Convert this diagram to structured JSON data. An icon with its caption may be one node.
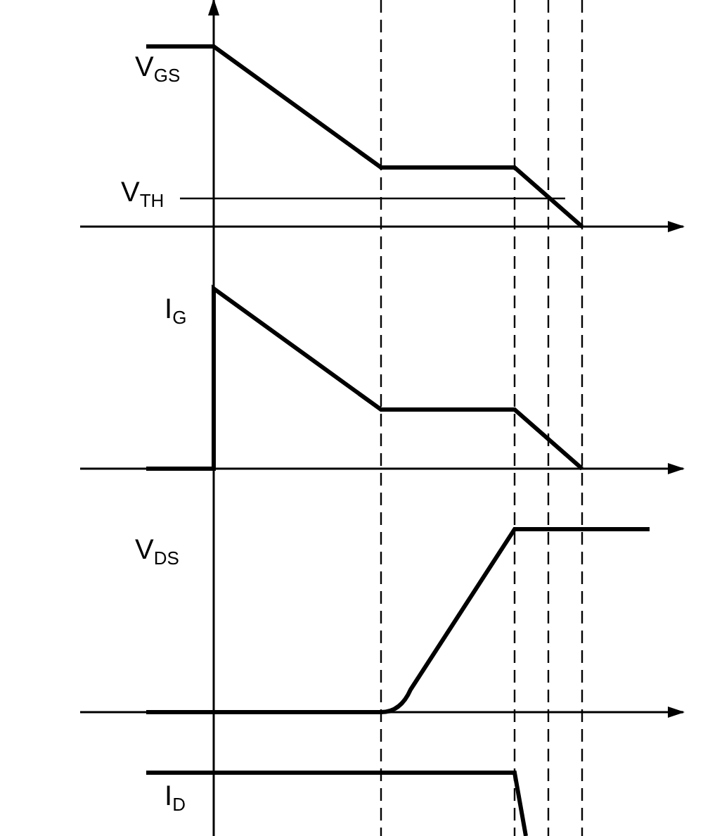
{
  "diagram": {
    "labels": [
      "V$_{GS}$",
      "V$_{TH}$",
      "I$_{G}$",
      "V$_{DS}$",
      "I$_{D}$"
    ]
  }
}
